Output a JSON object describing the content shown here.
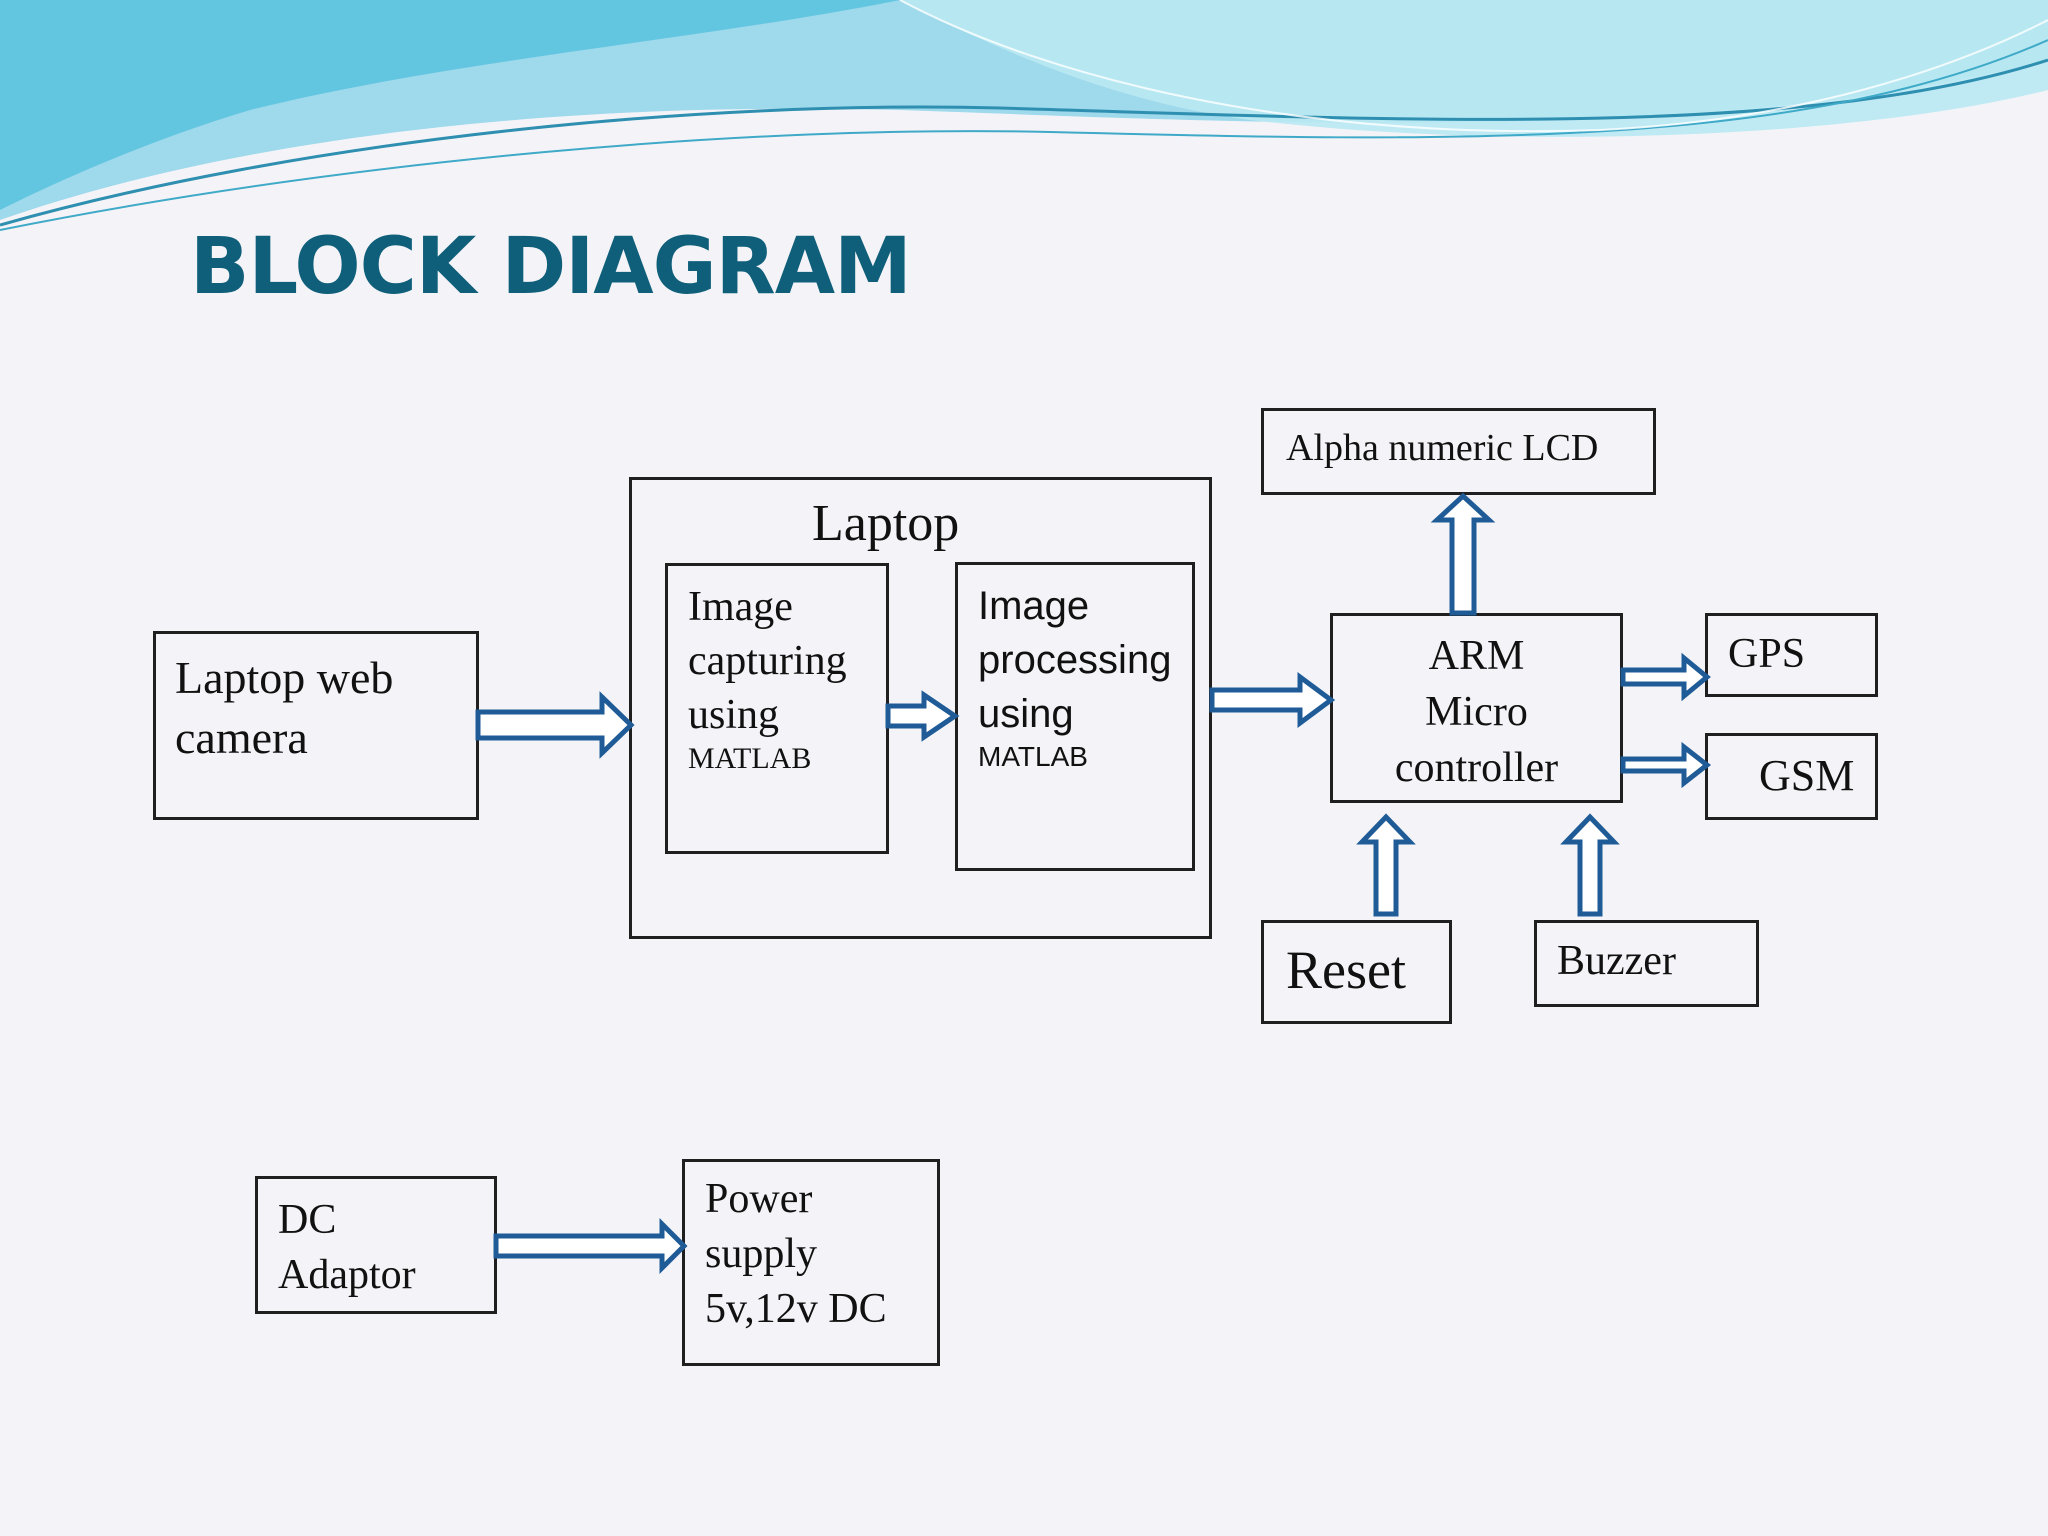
{
  "title": "BLOCK DIAGRAM",
  "colors": {
    "title": "#0f5f7a",
    "arrow_stroke": "#1f5b96",
    "arrow_fill": "#ffffff",
    "block_border": "#1f1f1f",
    "wave_light": "#7fd4e8",
    "wave_mid": "#3fb9d6",
    "wave_dark": "#2e8fb0"
  },
  "blocks": {
    "webcam": "Laptop web\ncamera",
    "laptop": "Laptop",
    "capture_line1": "Image\ncapturing\nusing",
    "capture_line2": "MATLAB",
    "process_line1": "Image\nprocessing\nusing",
    "process_line2": "MATLAB",
    "arm": "ARM\nMicro\ncontroller",
    "lcd": "Alpha  numeric  LCD",
    "gps": "GPS",
    "gsm": "GSM",
    "reset": "Reset",
    "buzzer": "Buzzer",
    "dc_adaptor": "DC\nAdaptor",
    "power_supply": "Power\nsupply\n5v,12v DC"
  }
}
